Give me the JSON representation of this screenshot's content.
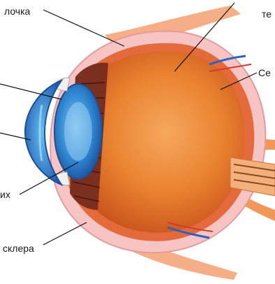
{
  "diagram": {
    "labels": {
      "top_left": "лочка",
      "top_right": "те",
      "right": "Се",
      "left": "их",
      "bottom_left": "склера"
    }
  }
}
